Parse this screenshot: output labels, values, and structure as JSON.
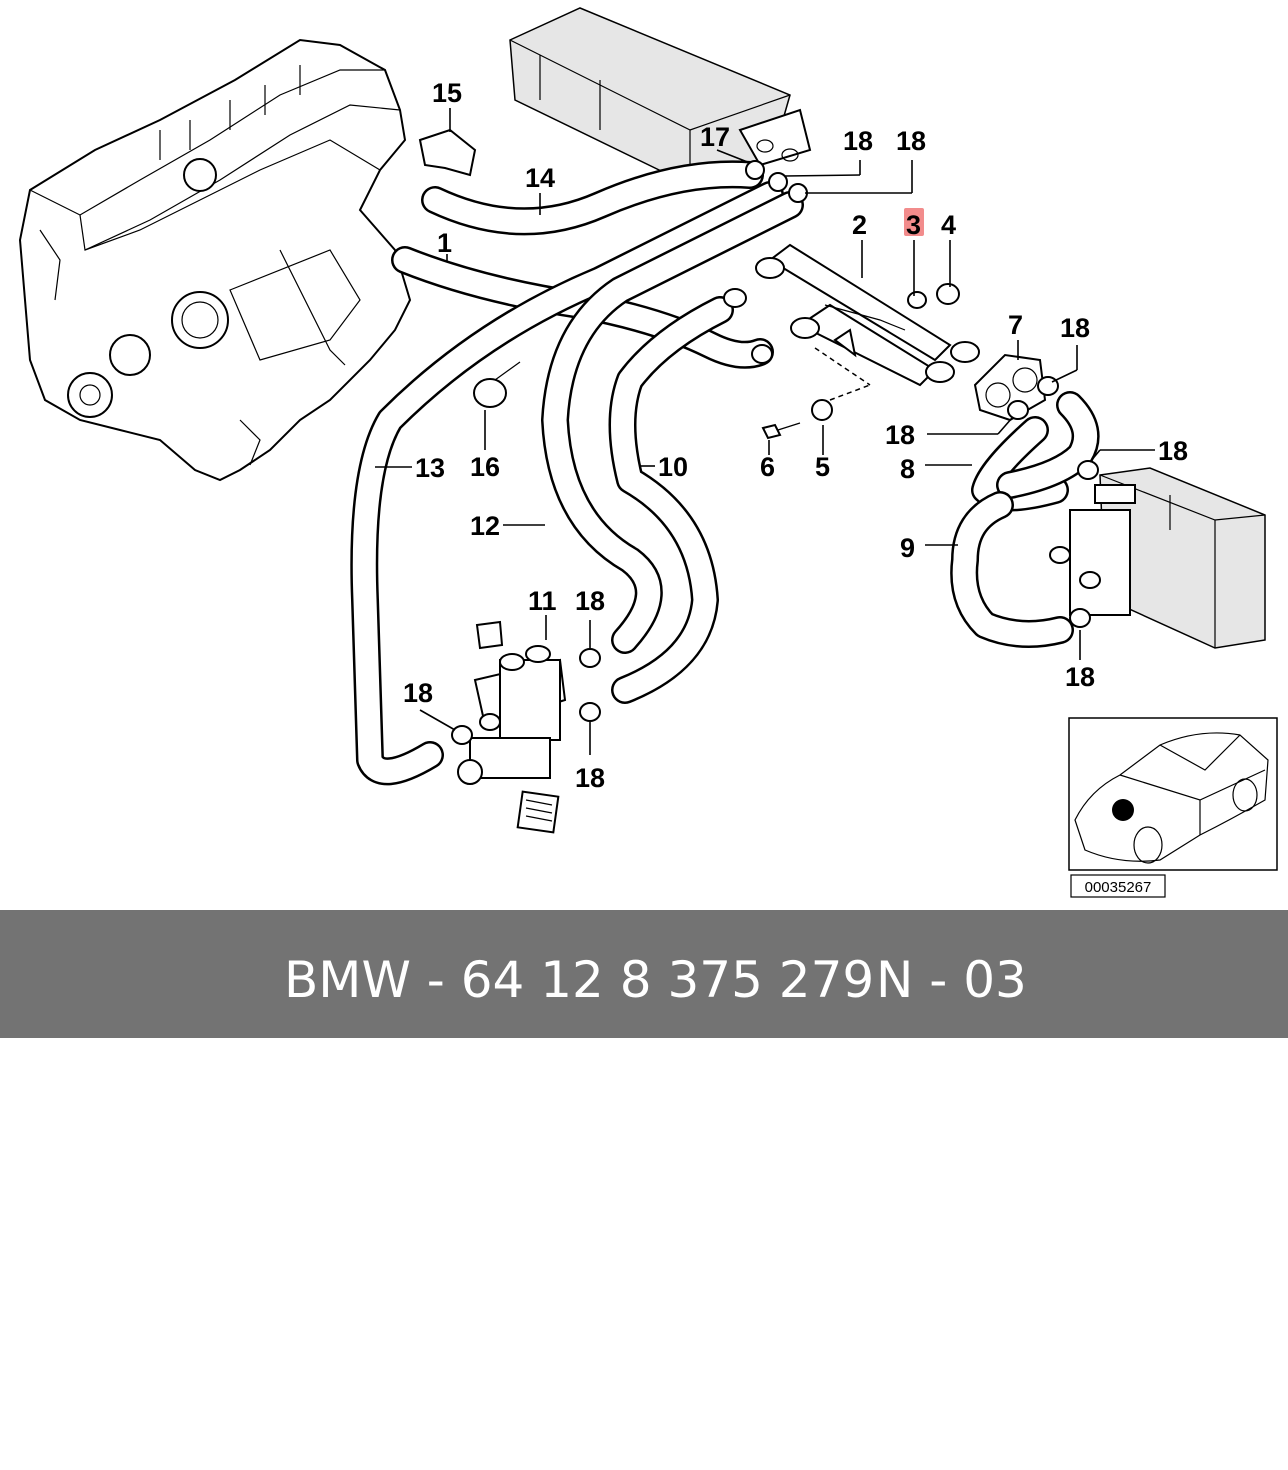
{
  "footer": {
    "part_number": "BMW - 64 12 8 375 279",
    "position_code": "N - 03"
  },
  "diagram": {
    "reference_number": "00035267",
    "highlight_color": "#f28c8c",
    "highlighted_callout": "3",
    "callouts": {
      "c1": "1",
      "c2": "2",
      "c3": "3",
      "c4": "4",
      "c5": "5",
      "c6": "6",
      "c7": "7",
      "c8": "8",
      "c9": "9",
      "c10": "10",
      "c11": "11",
      "c12": "12",
      "c13": "13",
      "c14": "14",
      "c15": "15",
      "c16": "16",
      "c17": "17",
      "c18_a": "18",
      "c18_b": "18",
      "c18_c": "18",
      "c18_d": "18",
      "c18_e": "18",
      "c18_f": "18",
      "c18_g": "18",
      "c18_h": "18",
      "c18_i": "18"
    }
  }
}
